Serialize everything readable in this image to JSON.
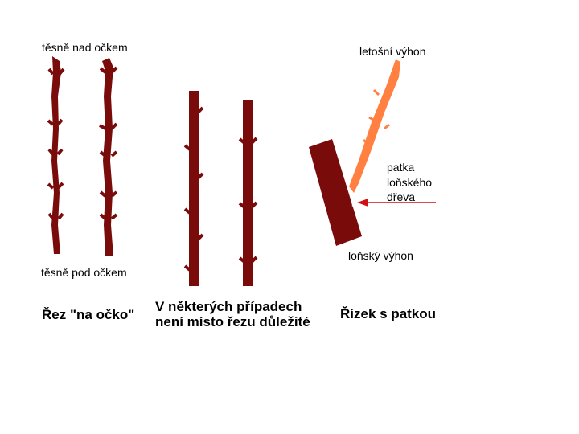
{
  "labels": {
    "tesne_nad": "těsně nad očkem",
    "tesne_pod": "těsně pod očkem",
    "letosni": "letošní výhon",
    "patka_1": "patka",
    "patka_2": "loňského",
    "patka_3": "dřeva",
    "lonsky": "loňský výhon"
  },
  "captions": {
    "left": "Řez \"na očko\"",
    "middle_1": "V některých případech",
    "middle_2": "není místo řezu důležité",
    "right": "Řízek s patkou"
  },
  "colors": {
    "stem": "#7a0b0b",
    "shoot": "#ff8040",
    "arrow": "#d01010"
  }
}
